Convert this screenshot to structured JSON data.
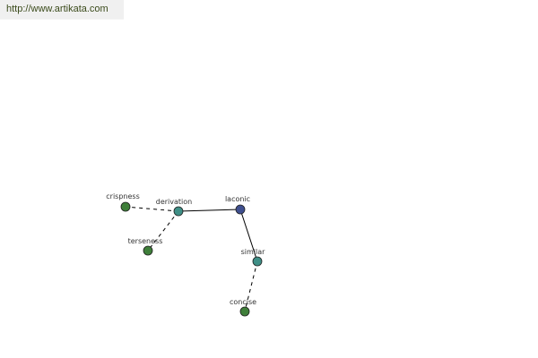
{
  "header": {
    "url": "http://www.artikata.com"
  },
  "colors": {
    "main_node": "#3f4f8f",
    "intermediate_node": "#3f8f86",
    "leaf_node": "#3f7f3a",
    "edge": "#000000",
    "node_stroke": "#1f1f1f"
  },
  "graph": {
    "nodes": [
      {
        "id": "laconic",
        "label": "laconic",
        "kind": "main"
      },
      {
        "id": "derivation",
        "label": "derivation",
        "kind": "intermediate"
      },
      {
        "id": "similar",
        "label": "similar",
        "kind": "intermediate"
      },
      {
        "id": "crispness",
        "label": "crispness",
        "kind": "leaf"
      },
      {
        "id": "terseness",
        "label": "terseness",
        "kind": "leaf"
      },
      {
        "id": "concise",
        "label": "concise",
        "kind": "leaf"
      }
    ],
    "edges": [
      {
        "from": "laconic",
        "to": "derivation",
        "style": "solid"
      },
      {
        "from": "laconic",
        "to": "similar",
        "style": "solid"
      },
      {
        "from": "derivation",
        "to": "crispness",
        "style": "dashed"
      },
      {
        "from": "derivation",
        "to": "terseness",
        "style": "dashed"
      },
      {
        "from": "similar",
        "to": "concise",
        "style": "dashed"
      }
    ]
  }
}
